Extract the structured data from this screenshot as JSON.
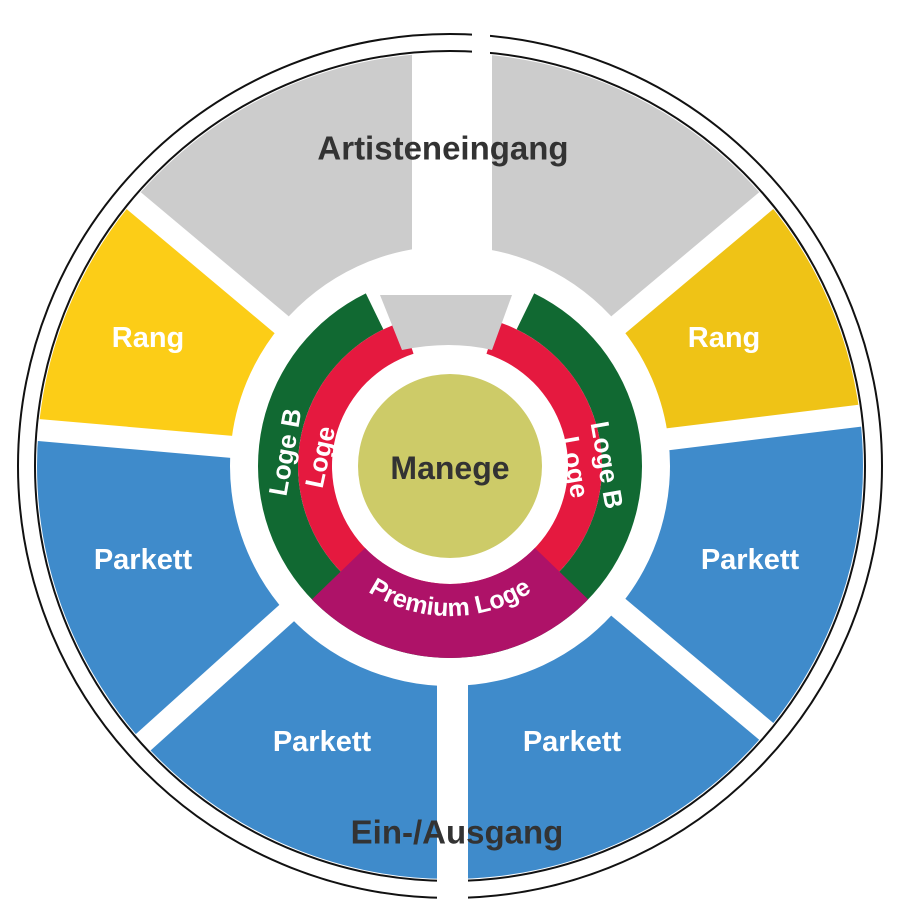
{
  "title": "Zirkus Sitzplan",
  "colors": {
    "artist_gray": "#cccccc",
    "rang_left": "#fccd17",
    "rang_right": "#efc316",
    "parkett": "#3f8bcb",
    "loge_b": "#116932",
    "loge": "#e5193f",
    "premium_loge": "#ae1268",
    "manege": "#cdcb68",
    "label_dark": "#333333"
  },
  "labels": {
    "entrance_artists": "Artisteneingang",
    "rang_left": "Rang",
    "rang_right": "Rang",
    "parkett_left": "Parkett",
    "parkett_right": "Parkett",
    "parkett_bottom_left": "Parkett",
    "parkett_bottom_right": "Parkett",
    "entrance_main": "Ein-/Ausgang",
    "loge_b_left": "Loge B",
    "loge_b_right": "Loge B",
    "loge_left": "Loge",
    "loge_right": "Loge",
    "premium_loge": "Premium Loge",
    "manege": "Manege"
  }
}
